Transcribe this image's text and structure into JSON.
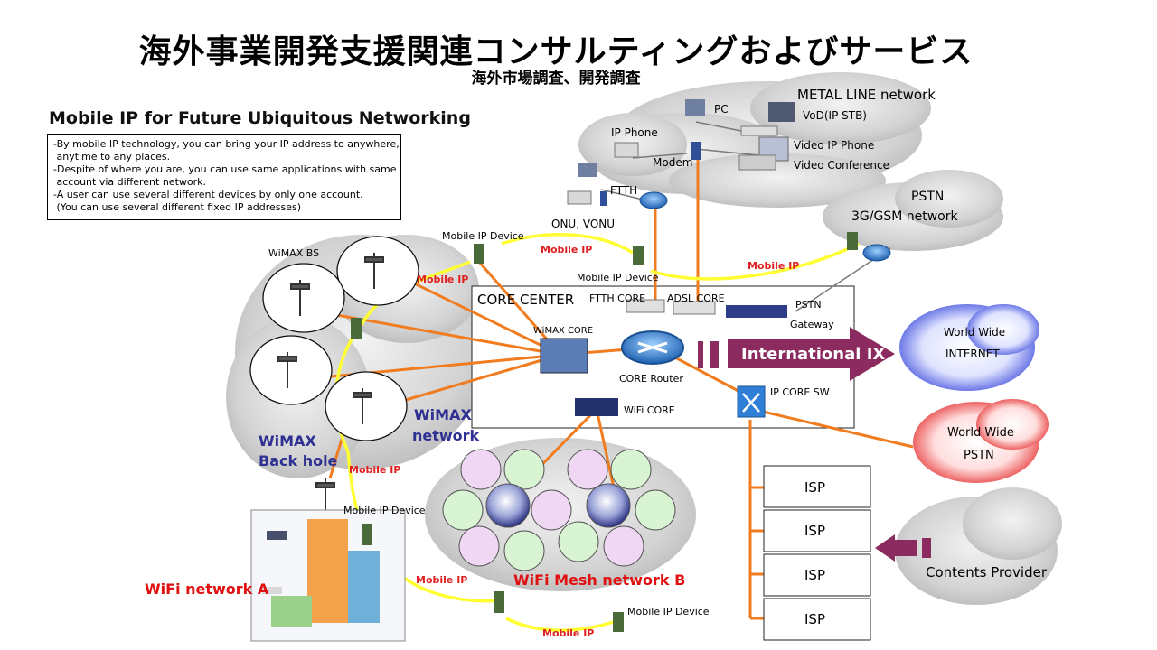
{
  "title": "海外事業開発支援関連コンサルティングおよびサービス",
  "subtitle": "海外市場調査、開発調査",
  "mobile_ip": {
    "heading": "Mobile IP for Future Ubiquitous Networking",
    "lines": [
      "-By mobile IP technology, you can bring your IP address to anywhere,",
      " anytime to any places.",
      "-Despite of where you are, you can use same applications with same",
      " account via different network.",
      "-A user can use several different devices by only one account.",
      " (You can use several different fixed IP addresses)"
    ]
  },
  "labels": {
    "metal_line": "METAL LINE network",
    "pc": "PC",
    "vod": "VoD(IP STB)",
    "ip_phone": "IP Phone",
    "video_ip_phone": "Video IP Phone",
    "video_conference": "Video Conference",
    "modem": "Modem",
    "ftth": "FTTH",
    "onu": "ONU, VONU",
    "pstn": "PSTN",
    "gsm": "3G/GSM network",
    "wimax_bs": "WiMAX BS",
    "mobile_ip_device_1": "Mobile IP Device",
    "mobile_ip_device_2": "Mobile IP Device",
    "mobile_ip_device_3": "Mobile IP Device",
    "mobile_ip_device_4": "Mobile IP Device",
    "mobile_ip_1": "Mobile IP",
    "mobile_ip_2": "Mobile IP",
    "mobile_ip_3": "Mobile IP",
    "mobile_ip_4": "Mobile IP",
    "mobile_ip_5": "Mobile IP",
    "mobile_ip_6": "Mobile IP",
    "core_center": "CORE CENTER",
    "ftth_core": "FTTH CORE",
    "adsl_core": "ADSL CORE",
    "pstn_gateway_1": "PSTN",
    "pstn_gateway_2": "Gateway",
    "wimax_core": "WiMAX CORE",
    "core_router": "CORE Router",
    "international_ix": "International IX",
    "ip_core_sw": "IP CORE SW",
    "wifi_core": "WiFi CORE",
    "internet_1": "World Wide",
    "internet_2": "INTERNET",
    "pstn_ww_1": "World Wide",
    "pstn_ww_2": "PSTN",
    "wimax_network_1": "WiMAX",
    "wimax_network_2": "network",
    "backhole_1": "WiMAX",
    "backhole_2": "Back hole",
    "wifi_network_a": "WiFi network A",
    "wifi_mesh_b": "WiFi Mesh network B",
    "isp_1": "ISP",
    "isp_2": "ISP",
    "isp_3": "ISP",
    "isp_4": "ISP",
    "contents_provider": "Contents Provider"
  },
  "colors": {
    "link_orange": "#f07c1f",
    "mobile_yellow": "#ffff33",
    "mobile_red_text": "#e02020",
    "ix_arrow": "#8b2b5f",
    "network_blue": "#2e3192",
    "wifi_red": "#e01010",
    "cloud_gray": "#c8c8c8",
    "router_blue": "#2f7fd6"
  }
}
